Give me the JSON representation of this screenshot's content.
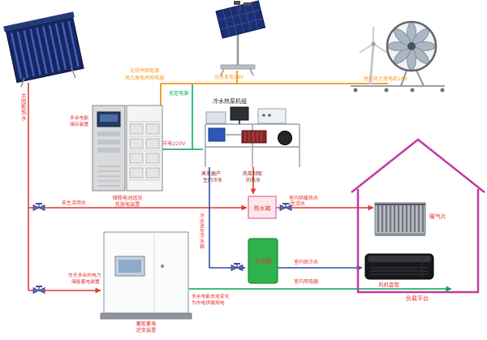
{
  "colors": {
    "hot_water_line": "#e03c31",
    "cold_water_line": "#2f4fa2",
    "power_line_green": "#00a651",
    "power_line_orange": "#f7941d",
    "house_outline": "#c23a9e",
    "cold_tank_fill": "#2eb24b",
    "label_red": "#e8322f",
    "pv_panel_navy": "#1d2f73"
  },
  "labels": {
    "solar_vertical": "太阳能热水",
    "pv_caption": "光热发电18V",
    "wind_caption": "室内风力发电机18V",
    "bus_line1": "光伏并网电源",
    "bus_line2": "风力发电并网电源",
    "charge_power": "充足电源",
    "mains_220v": "市电220V",
    "battery_caption1": "储能电池组及",
    "battery_caption2": "充放电装置",
    "excess_store1": "多余电能",
    "excess_store2": "储存装置",
    "heat_pump_title": "冷水热泵机组",
    "evap1": "蒸发器产",
    "evap2": "生的冷水",
    "hp_hot1": "热泵制取",
    "hp_hot2": "的热水",
    "hot_tank": "热水箱",
    "cold_tank": "冷水箱",
    "to_domestic": "去生活用水",
    "cold_to_tank_vertical": "冷水送至冷水箱",
    "indoor_heat1": "室内供暖热水",
    "indoor_heat2": "/生活水",
    "indoor_cold": "室内供冷水",
    "indoor_power": "室内用电器",
    "day_excess1": "白天多余的电力",
    "day_excess2": "储能蓄电装置",
    "invert_use1": "多余电能去逆变化",
    "invert_use2": "为市电供暖用电",
    "inverter_caption1": "蓄能蓄电",
    "inverter_caption2": "逆变装置",
    "radiator": "暖气片",
    "fan_coil": "风机盘管",
    "load_platform": "负载平台"
  }
}
